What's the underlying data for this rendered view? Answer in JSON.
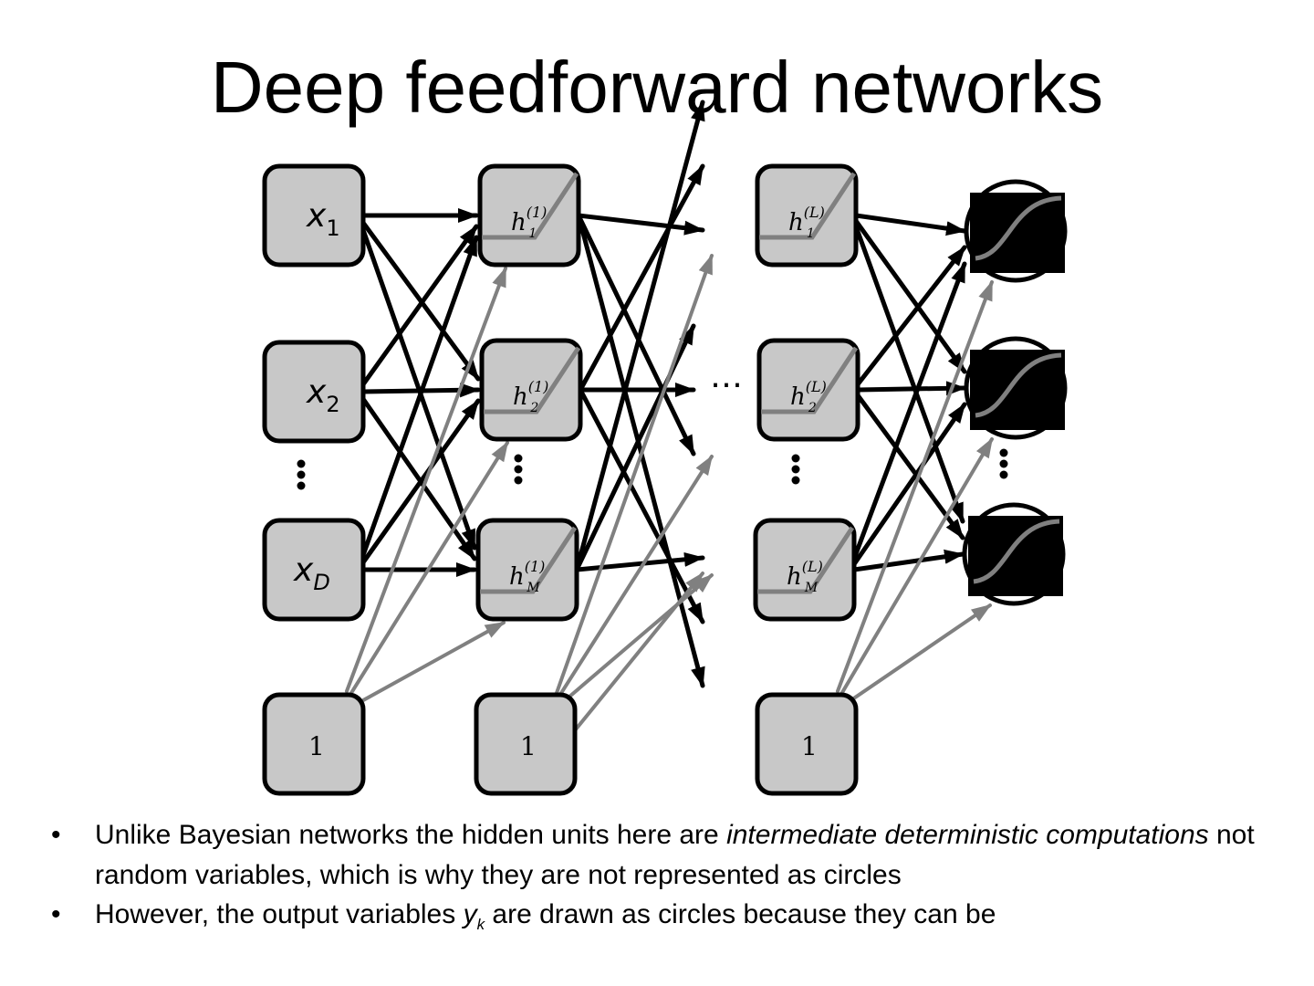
{
  "slide": {
    "title": "Deep feedforward networks"
  },
  "diagram": {
    "inputs": [
      "x1",
      "x2",
      "xD"
    ],
    "bias_label": "1",
    "ellipsis": "…",
    "colors": {
      "node_fill": "#c8c8c8",
      "node_stroke": "#000000",
      "edge": "#000000",
      "bias_edge": "#808080",
      "relu_curve": "#808080",
      "output_fill": "#000000",
      "sigmoid_curve": "#808080"
    }
  },
  "bullets": [
    {
      "bullet": "•",
      "parts": [
        "Unlike Bayesian networks the hidden units here are ",
        "intermediate deterministic computations",
        " not random variables, which is why they are not represented as circles"
      ]
    },
    {
      "bullet": "•",
      "parts": [
        "However, the output variables ",
        "y",
        "k",
        " are drawn as circles because they can be"
      ]
    }
  ]
}
